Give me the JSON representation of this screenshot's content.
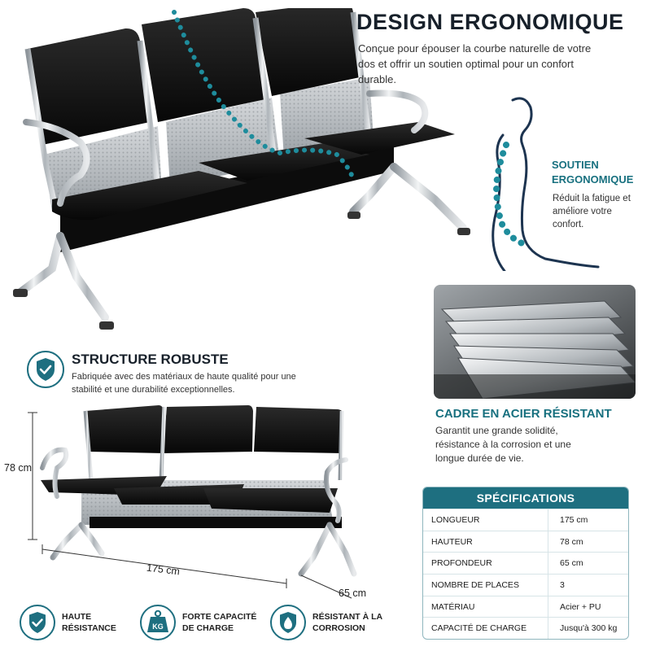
{
  "title": "DESIGN ERGONOMIQUE",
  "description": "Conçue pour épouser la courbe naturelle de votre dos et offrir un soutien optimal pour un confort durable.",
  "soutien": {
    "title": "SOUTIEN ERGONOMIQUE",
    "description": "Réduit la fatigue et améliore votre confort."
  },
  "cadre": {
    "title": "CADRE EN ACIER RÉSISTANT",
    "description": "Garantit une grande solidité, résistance à la corrosion et une longue durée de vie."
  },
  "structure": {
    "title": "STRUCTURE ROBUSTE",
    "description": "Fabriquée avec des matériaux de haute qualité pour une stabilité et une durabilité exceptionnelles."
  },
  "dimensions": {
    "height": "78 cm",
    "length": "175 cm",
    "depth": "65 cm"
  },
  "features": [
    {
      "icon": "shield-check-icon",
      "label": "HAUTE RÉSISTANCE"
    },
    {
      "icon": "kg-weight-icon",
      "label": "FORTE CAPACITÉ DE CHARGE",
      "icon_text": "KG"
    },
    {
      "icon": "shield-check-icon",
      "label": "RÉSISTANT À LA CORROSION"
    }
  ],
  "specs": {
    "title": "SPÉCIFICATIONS",
    "rows": [
      {
        "key": "LONGUEUR",
        "value": "175 cm"
      },
      {
        "key": "HAUTEUR",
        "value": "78 cm"
      },
      {
        "key": "PROFONDEUR",
        "value": "65 cm"
      },
      {
        "key": "NOMBRE DE PLACES",
        "value": "3"
      },
      {
        "key": "MATÉRIAU",
        "value": "Acier + PU"
      },
      {
        "key": "CAPACITÉ DE CHARGE",
        "value": "Jusqu'à 300 kg"
      }
    ]
  },
  "colors": {
    "accent": "#1e6f80",
    "accent_text": "#17707f",
    "seat": "#111111",
    "chrome": "#c9cdd1"
  }
}
